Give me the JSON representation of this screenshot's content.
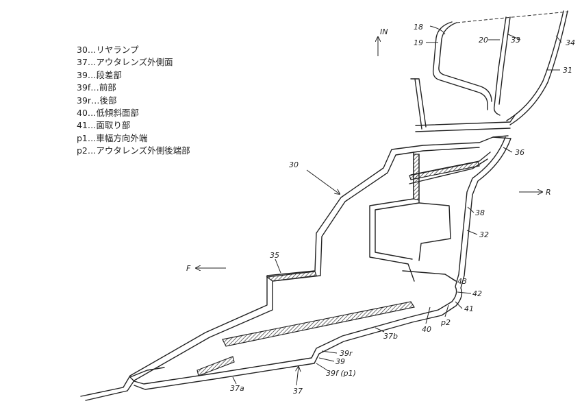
{
  "legend": [
    "30…リヤランプ",
    "37…アウタレンズ外側面",
    "39…段差部",
    "39f…前部",
    "39r…後部",
    "40…低傾斜面部",
    "41…面取り部",
    "p1…車幅方向外端",
    "p2…アウタレンズ外側後端部"
  ],
  "directions": {
    "in": "IN",
    "rear": "R",
    "front": "F"
  },
  "labels": {
    "l18": "18",
    "l19": "19",
    "l20": "20",
    "l33": "33",
    "l34": "34",
    "l31": "31",
    "l36": "36",
    "l30": "30",
    "l38": "38",
    "l32": "32",
    "l35": "35",
    "l43": "43",
    "l42": "42",
    "l41": "41",
    "l40": "40",
    "lp2": "p2",
    "l37b": "37b",
    "l39r": "39r",
    "l39": "39",
    "l39f": "39f (p1)",
    "l37": "37",
    "l37a": "37a"
  }
}
